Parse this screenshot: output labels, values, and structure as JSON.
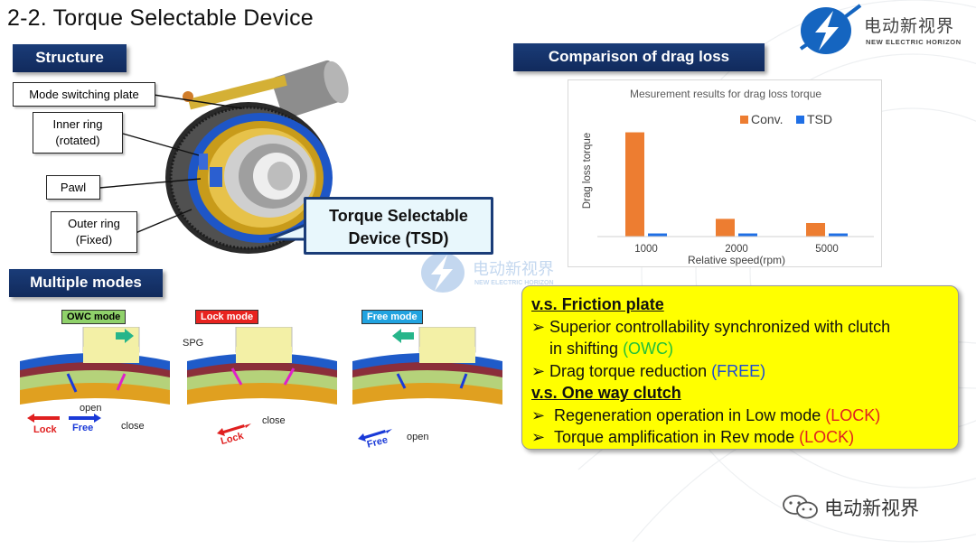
{
  "slide": {
    "title": "2-2. Torque Selectable Device",
    "logo": {
      "cn": "电动新视界",
      "en": "NEW ELECTRIC HORIZON"
    },
    "watermark": {
      "cn": "电动新视界",
      "en": "NEW ELECTRIC HORIZON"
    },
    "wechat": "电动新视界"
  },
  "structure": {
    "heading": "Structure",
    "callouts": {
      "mode_switching_plate": "Mode switching plate",
      "inner_ring_1": "Inner ring",
      "inner_ring_2": "(rotated)",
      "pawl": "Pawl",
      "outer_ring_1": "Outer ring",
      "outer_ring_2": "(Fixed)"
    },
    "tsd_1": "Torque Selectable",
    "tsd_2": "Device (TSD)"
  },
  "drag_loss": {
    "heading": "Comparison of drag loss",
    "colors": {
      "conv": "#ed7d31",
      "tsd": "#1f6fe5"
    }
  },
  "chart_data": {
    "type": "bar",
    "title": "Mesurement results for drag loss torque",
    "xlabel": "Relative speed(rpm)",
    "ylabel": "Drag loss torque",
    "categories": [
      "1000",
      "2000",
      "5000"
    ],
    "series": [
      {
        "name": "Conv.",
        "values": [
          1.0,
          0.17,
          0.13
        ]
      },
      {
        "name": "TSD",
        "values": [
          0.03,
          0.03,
          0.03
        ]
      }
    ],
    "ylim": [
      0,
      1.1
    ],
    "legend": "top-right",
    "grid": false
  },
  "modes": {
    "heading": "Multiple modes",
    "owc": {
      "label": "OWC mode",
      "open": "open",
      "close": "close",
      "lock": "Lock",
      "free": "Free"
    },
    "lock": {
      "label": "Lock mode",
      "spg": "SPG",
      "close": "close",
      "lock": "Lock"
    },
    "free": {
      "label": "Free mode",
      "open": "open",
      "free": "Free"
    }
  },
  "comparison": {
    "h1": "v.s. Friction plate",
    "i1a": "Superior controllability synchronized with clutch",
    "i1b": "in shifting",
    "i1b_tag": "(OWC)",
    "i2": "Drag torque reduction",
    "i2_tag": "(FREE)",
    "h2": "v.s. One way clutch",
    "i3": "Regeneration operation in Low mode",
    "i3_tag": "(LOCK)",
    "i4": "Torque amplification in Rev mode",
    "i4_tag": "(LOCK)",
    "arrow": "➢"
  }
}
